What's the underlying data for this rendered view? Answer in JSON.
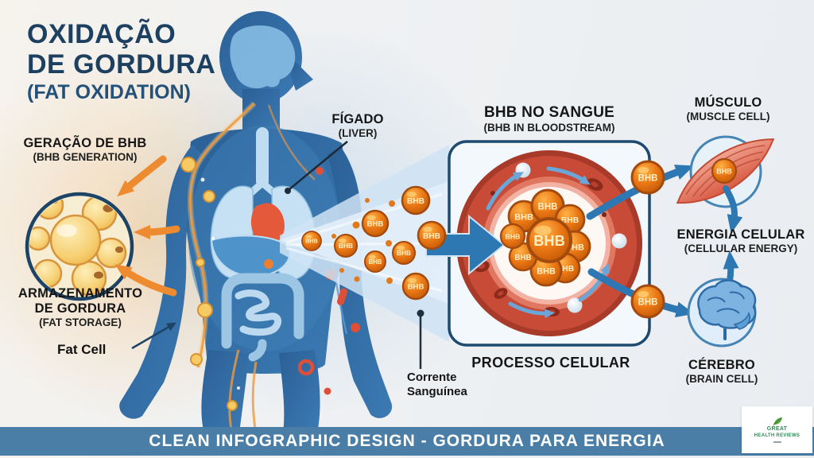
{
  "header": {
    "title_line1": "OXIDAÇÃO",
    "title_line2": "DE GORDURA",
    "subtitle": "(FAT OXIDATION)"
  },
  "left_panel": {
    "bhb_generation": {
      "pt": "GERAÇÃO DE BHB",
      "en": "(BHB GENERATION)"
    },
    "fat_storage": {
      "pt_line1": "ARMAZENAMENTO",
      "pt_line2": "DE GORDURA",
      "en": "(FAT STORAGE)"
    },
    "fat_cell_label": "Fat Cell"
  },
  "body_labels": {
    "liver": {
      "pt": "FÍGADO",
      "en": "(LIVER)"
    },
    "blood_current": {
      "line1": "Corrente",
      "line2": "Sanguínea"
    }
  },
  "center_panel": {
    "bloodstream": {
      "pt": "BHB NO SANGUE",
      "en": "(BHB IN BLOODSTREAM)"
    },
    "process_label": "PROCESSO CELULAR"
  },
  "right_panel": {
    "muscle": {
      "pt": "MÚSCULO",
      "en": "(MUSCLE CELL)"
    },
    "cellular_energy": {
      "pt": "ENERGIA CELULAR",
      "en": "(CELLULAR ENERGY)"
    },
    "brain": {
      "pt": "CÉREBRO",
      "en": "(BRAIN CELL)"
    }
  },
  "molecule": {
    "label": "BHB"
  },
  "footer": {
    "banner": "CLEAN INFOGRAPHIC DESIGN - GORDURA PARA ENERGIA"
  },
  "logo": {
    "line1": "GREAT",
    "line2": "HEALTH REVIEWS"
  },
  "colors": {
    "navy_title": "#1d4060",
    "body_blue": "#2e6ca5",
    "accent_orange": "#ee8b30",
    "bhb_orange": "#e97613",
    "vessel_red": "#c84b37",
    "arrow_blue": "#2d77b2",
    "banner_blue": "#4a7ea7",
    "panel_stroke": "#1e4a70"
  }
}
